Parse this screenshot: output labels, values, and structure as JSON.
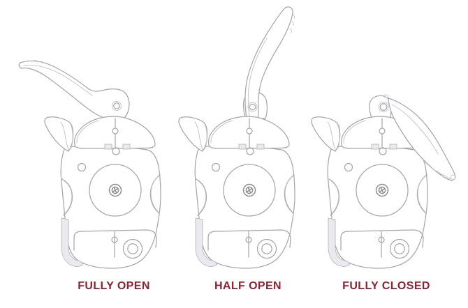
{
  "figures": [
    {
      "id": "fully-open",
      "label": "FULLY OPEN"
    },
    {
      "id": "half-open",
      "label": "HALF OPEN"
    },
    {
      "id": "fully-closed",
      "label": "FULLY CLOSED"
    }
  ],
  "colors": {
    "label_text": "#8e2133",
    "line": "#a6a6ad",
    "line_light": "#c3c3ca",
    "background": "#ffffff"
  }
}
